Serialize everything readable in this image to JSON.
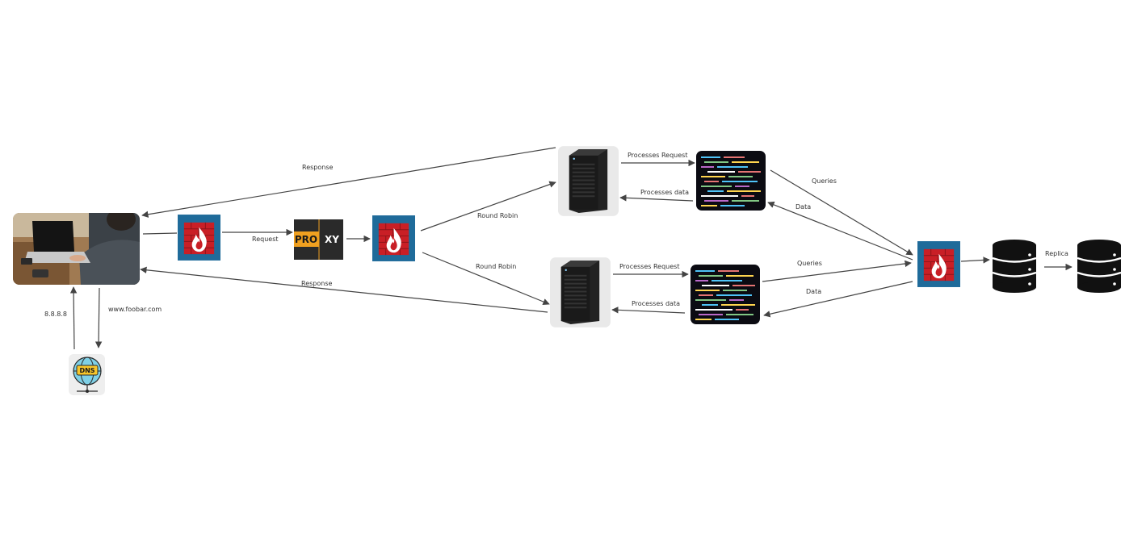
{
  "nodes": {
    "client": {
      "name": "client laptop"
    },
    "dns": {
      "text": "DNS"
    },
    "firewall_icon": "firewall-icon",
    "proxy": {
      "text_a": "PRO",
      "text_b": "XY"
    },
    "server_icon": "tower-server-icon",
    "code_icon": "code-screen-icon",
    "db_icon": "database-icon"
  },
  "edges": {
    "response_top": "Response",
    "response_bottom": "Response",
    "request": "Request",
    "round_robin_top": "Round Robin",
    "round_robin_bottom": "Round Robin",
    "processes_request_top": "Processes Request",
    "processes_data_top": "Processes data",
    "processes_request_bottom": "Processes Request",
    "processes_data_bottom": "Processes data",
    "queries_top": "Queries",
    "data_top": "Data",
    "queries_bottom": "Queries",
    "data_bottom": "Data",
    "replica": "Replica",
    "dns_ip": "8.8.8.8",
    "dns_domain": "www.foobar.com"
  },
  "colors": {
    "firewall_bg": "#1f6b9a",
    "firewall_wall": "#d7262c",
    "proxy_bg": "#2a2a2a",
    "proxy_accent": "#f0a020",
    "dns_accent": "#7fd0e6",
    "dns_label": "#f7c52a",
    "server_body": "#1c1c1c",
    "db": "#111111"
  }
}
